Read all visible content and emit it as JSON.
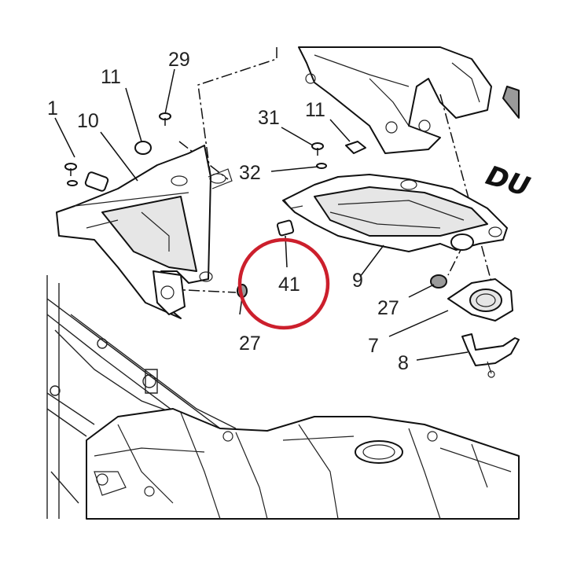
{
  "callouts": {
    "c29": "29",
    "c11a": "11",
    "c1": "1",
    "c10": "10",
    "c31": "31",
    "c11b": "11",
    "c32": "32",
    "c41": "41",
    "c9": "9",
    "c27a": "27",
    "c27b": "27",
    "c7": "7",
    "c8": "8"
  },
  "brand_fragment": "DU",
  "highlight_color": "#cc1f2c"
}
